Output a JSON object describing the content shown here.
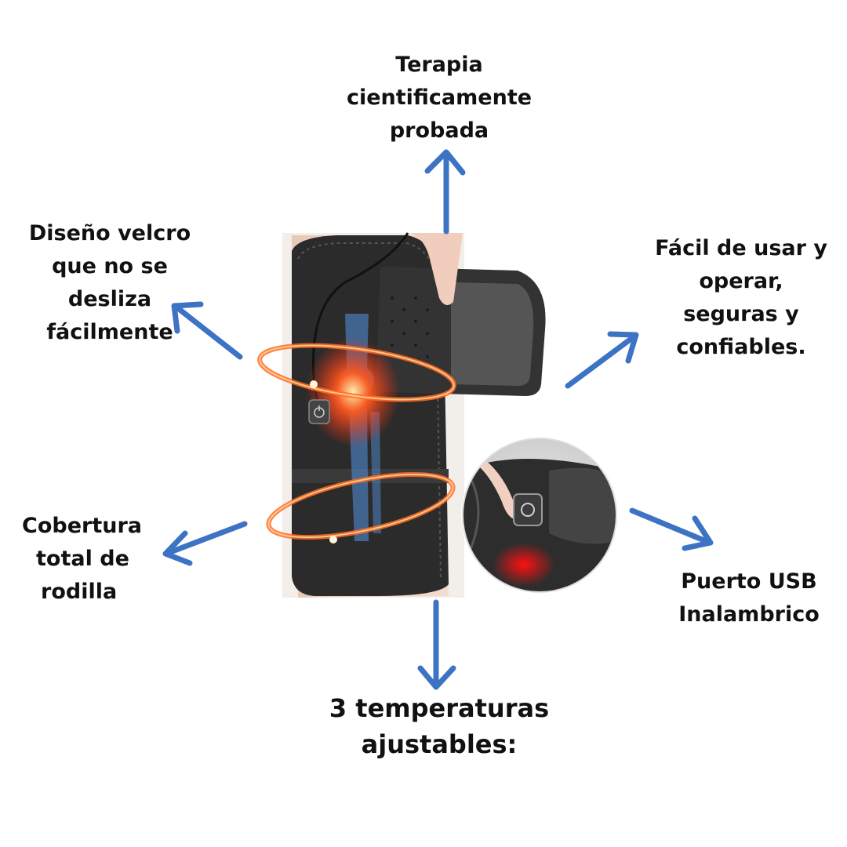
{
  "colors": {
    "arrow": "#3c73c4",
    "text": "#111111",
    "brace": "#2b2b2b",
    "heat": "#ff3b1f",
    "bone": "#4f86c8"
  },
  "features": {
    "top": [
      "Terapia",
      "cientificamente",
      "probada"
    ],
    "top_left": [
      "Diseño velcro",
      "que no se",
      "desliza",
      "fácilmente"
    ],
    "top_right": [
      "Fácil de usar y",
      "operar,",
      "seguras y",
      "confiables."
    ],
    "bottom_left": [
      "Cobertura",
      "total de",
      "rodilla"
    ],
    "bottom_right": [
      "Puerto USB",
      "Inalambrico"
    ],
    "bottom": [
      "3 temperaturas",
      "ajustables:"
    ]
  },
  "icons": {
    "power_button": "power-icon"
  }
}
